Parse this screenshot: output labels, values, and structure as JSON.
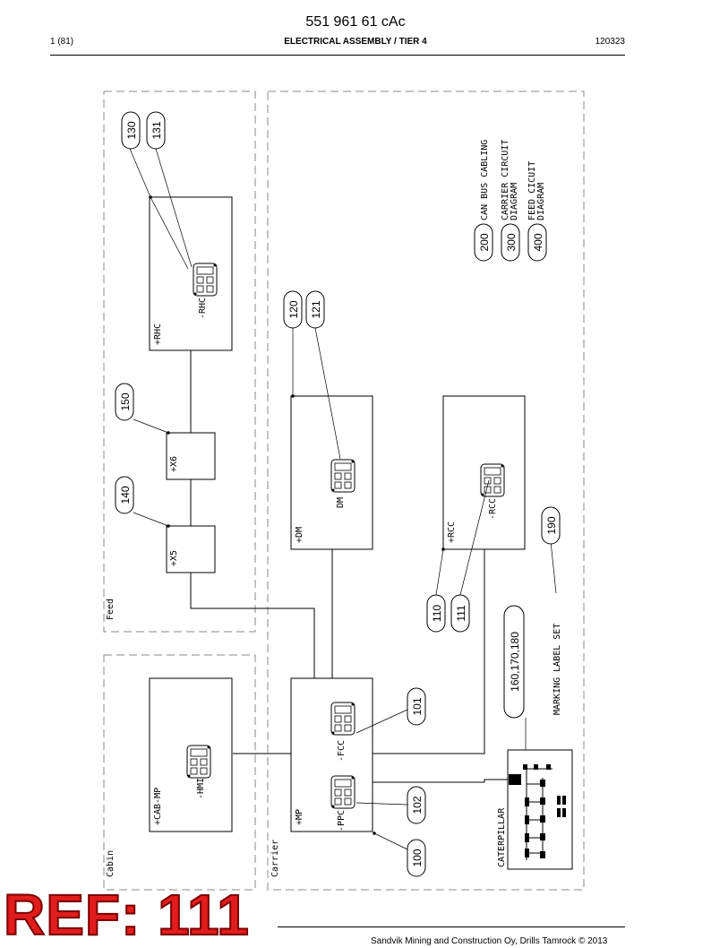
{
  "header": {
    "document_number": "551 961 61 cAc",
    "page": "1 (81)",
    "title": "ELECTRICAL ASSEMBLY / TIER 4",
    "date": "120323"
  },
  "zones": [
    {
      "id": "feed",
      "label": "Feed"
    },
    {
      "id": "cabin",
      "label": "Cabin"
    },
    {
      "id": "carrier",
      "label": "Carrier"
    }
  ],
  "units": [
    {
      "id": "rhc",
      "label": "+RHC",
      "sub": "-RHC"
    },
    {
      "id": "x6",
      "label": "+X6"
    },
    {
      "id": "x5",
      "label": "+X5"
    },
    {
      "id": "dm",
      "label": "+DM",
      "sub": "DM"
    },
    {
      "id": "rcc",
      "label": "+RCC",
      "sub": "-RCC"
    },
    {
      "id": "cab",
      "label": "+CAB-MP",
      "sub": "-HMI"
    },
    {
      "id": "mp",
      "label": "+MP",
      "sub": "-FCC",
      "sub2": "-PPC"
    },
    {
      "id": "cat",
      "label": "CATERPILLAR"
    }
  ],
  "callouts": [
    {
      "id": "c130",
      "label": "130"
    },
    {
      "id": "c131",
      "label": "131"
    },
    {
      "id": "c150",
      "label": "150"
    },
    {
      "id": "c140",
      "label": "140"
    },
    {
      "id": "c120",
      "label": "120"
    },
    {
      "id": "c121",
      "label": "121"
    },
    {
      "id": "c110",
      "label": "110"
    },
    {
      "id": "c111",
      "label": "111"
    },
    {
      "id": "c190",
      "label": "190"
    },
    {
      "id": "c160",
      "label": "160,170,180"
    },
    {
      "id": "c101",
      "label": "101"
    },
    {
      "id": "c102",
      "label": "102"
    },
    {
      "id": "c100",
      "label": "100"
    }
  ],
  "legend": [
    {
      "number": "200",
      "line1": "CAN BUS CABLING",
      "line2": ""
    },
    {
      "number": "300",
      "line1": "CARRIER CIRCUIT",
      "line2": "DIAGRAM"
    },
    {
      "number": "400",
      "line1": "FEED CICUIT",
      "line2": "DIAGRAM"
    }
  ],
  "marking_label": "MARKING LABEL SET",
  "watermark": "REF: 111",
  "footer": {
    "copyright": "Sandvik Mining and Construction Oy, Drills Tamrock © 2013"
  }
}
